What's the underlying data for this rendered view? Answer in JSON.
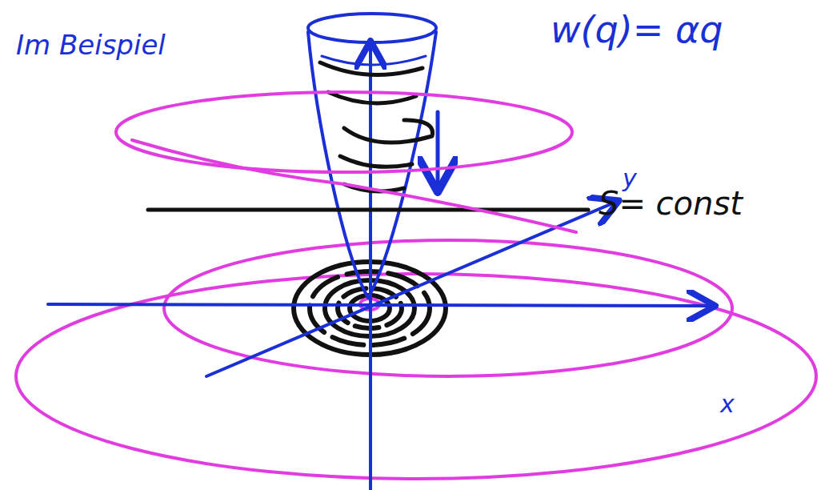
{
  "diagram": {
    "labels": [
      "Im Beispiel",
      "w(q)= αq",
      "S= const",
      "y",
      "x"
    ]
  }
}
